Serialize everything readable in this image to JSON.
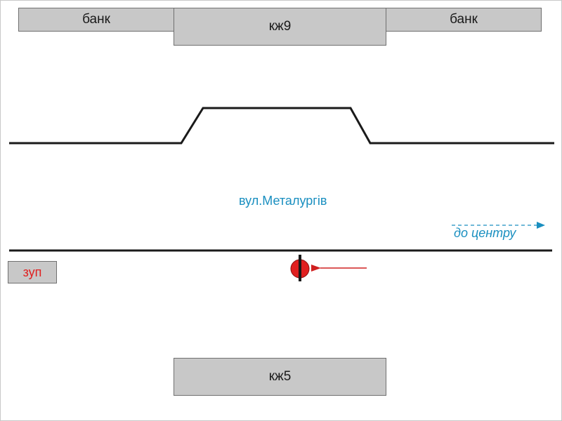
{
  "buildings": {
    "bank_left": "банк",
    "kzh9": "кж9",
    "bank_right": "банк",
    "kzh5": "кж5"
  },
  "stop": {
    "label": "зуп"
  },
  "street": {
    "name": "вул.Металургів"
  },
  "direction": {
    "label": "до центру"
  },
  "colors": {
    "building_fill": "#c8c8c8",
    "road": "#1a1a1a",
    "street_text": "#1a8fc0",
    "stop_text": "#e02020",
    "marker": "#e02020",
    "arrow": "#d02020"
  }
}
